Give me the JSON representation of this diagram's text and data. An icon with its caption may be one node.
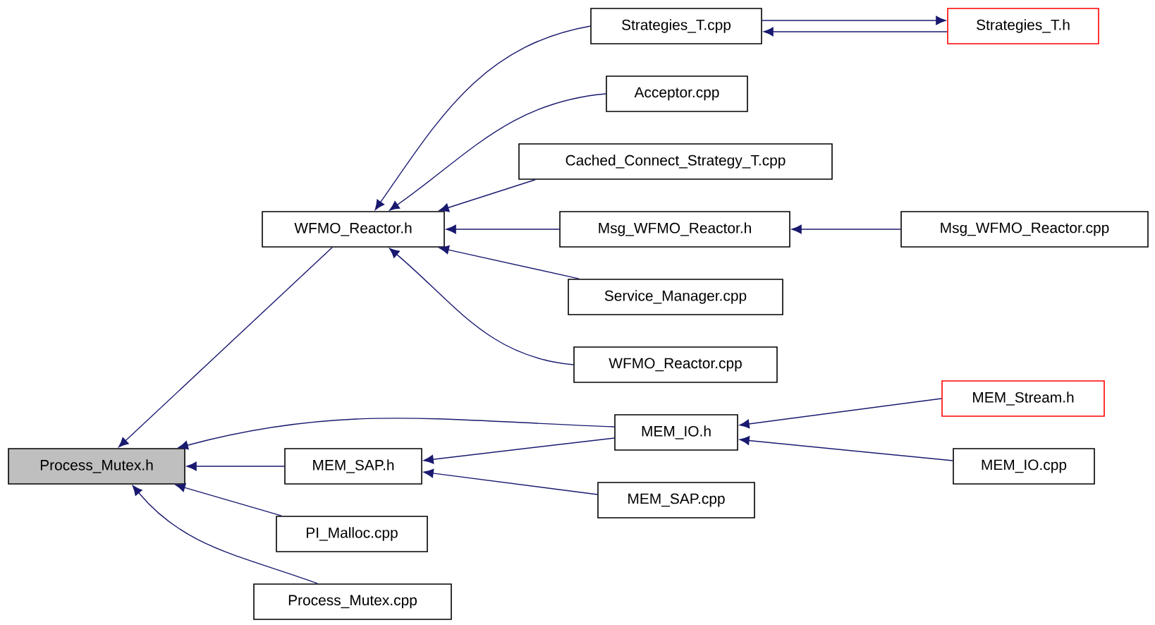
{
  "diagram": {
    "nodes": [
      {
        "text": [
          "Process_Mutex.h"
        ]
      },
      {
        "text": [
          "WFMO_Reactor.h"
        ]
      },
      {
        "text": [
          "Strategies_T.cpp"
        ]
      },
      {
        "text": [
          "Strategies_T.h"
        ]
      },
      {
        "text": [
          "Acceptor.cpp"
        ]
      },
      {
        "text": [
          "Cached_Connect_Strategy_T.cpp"
        ]
      },
      {
        "text": [
          "Msg_WFMO_Reactor.h"
        ]
      },
      {
        "text": [
          "Msg_WFMO_Reactor.cpp"
        ]
      },
      {
        "text": [
          "Service_Manager.cpp"
        ]
      },
      {
        "text": [
          "WFMO_Reactor.cpp"
        ]
      },
      {
        "text": [
          "MEM_IO.h"
        ]
      },
      {
        "text": [
          "MEM_Stream.h"
        ]
      },
      {
        "text": [
          "MEM_IO.cpp"
        ]
      },
      {
        "text": [
          "MEM_SAP.h"
        ]
      },
      {
        "text": [
          "MEM_SAP.cpp"
        ]
      },
      {
        "text": [
          "PI_Malloc.cpp"
        ]
      },
      {
        "text": [
          "Process_Mutex.cpp"
        ]
      }
    ],
    "edges": [
      {
        "from": 1,
        "to": 0,
        "arrow": "to"
      },
      {
        "from": 13,
        "to": 0,
        "arrow": "to"
      },
      {
        "from": 15,
        "to": 0,
        "arrow": "to"
      },
      {
        "from": 16,
        "to": 0,
        "arrow": "to"
      },
      {
        "from": 10,
        "to": 0,
        "arrow": "to"
      },
      {
        "from": 2,
        "to": 1,
        "arrow": "to"
      },
      {
        "from": 4,
        "to": 1,
        "arrow": "to"
      },
      {
        "from": 5,
        "to": 1,
        "arrow": "to"
      },
      {
        "from": 6,
        "to": 1,
        "arrow": "to"
      },
      {
        "from": 8,
        "to": 1,
        "arrow": "to"
      },
      {
        "from": 9,
        "to": 1,
        "arrow": "to"
      },
      {
        "from": 2,
        "to": 3,
        "arrow": "to"
      },
      {
        "from": 3,
        "to": 2,
        "arrow": "to"
      },
      {
        "from": 7,
        "to": 6,
        "arrow": "to"
      },
      {
        "from": 10,
        "to": 13,
        "arrow": "to"
      },
      {
        "from": 14,
        "to": 13,
        "arrow": "to"
      },
      {
        "from": 11,
        "to": 10,
        "arrow": "to"
      },
      {
        "from": 12,
        "to": 10,
        "arrow": "to"
      }
    ]
  }
}
